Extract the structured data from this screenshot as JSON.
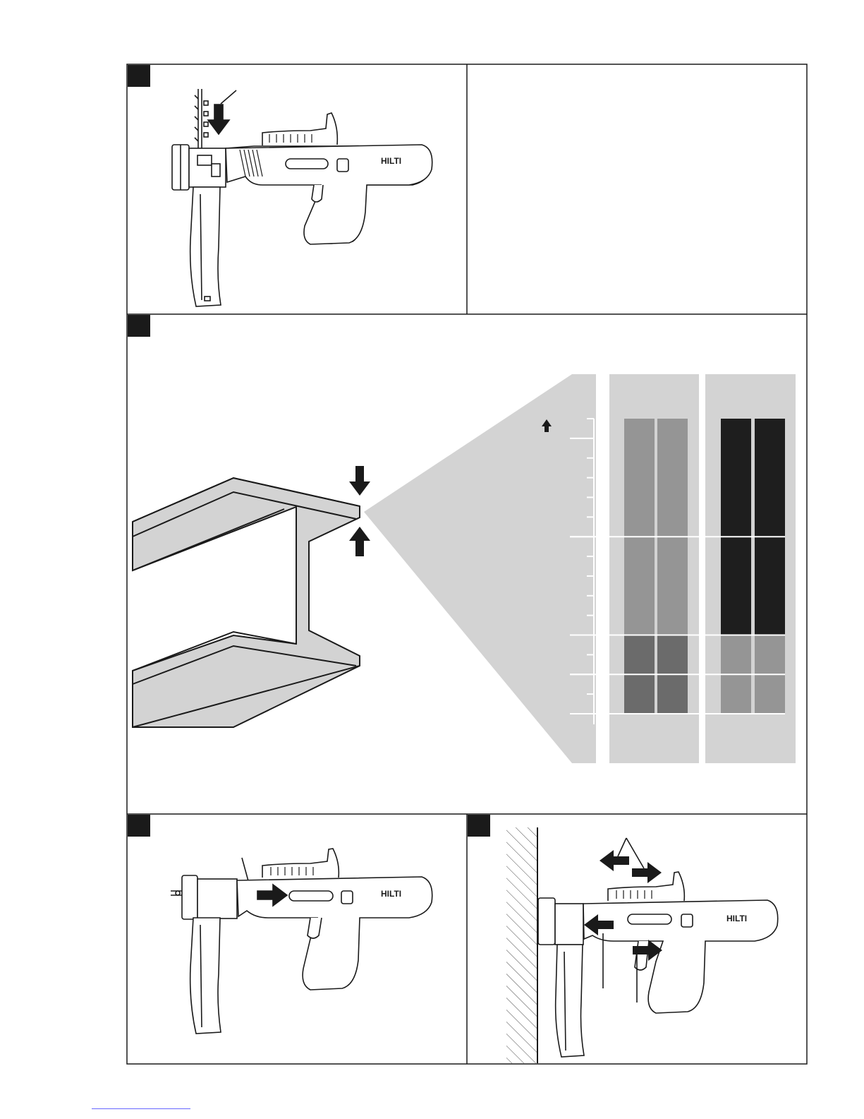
{
  "figure": {
    "brand_logo_text": "HILTI",
    "panels": [
      {
        "id": "panel-1",
        "label": "",
        "content": "magazine-loading"
      },
      {
        "id": "panel-2",
        "label": "",
        "content": "empty"
      },
      {
        "id": "panel-3",
        "label": "",
        "content": "beam-thickness-chart"
      },
      {
        "id": "panel-4",
        "label": "",
        "content": "strip-feeding"
      },
      {
        "id": "panel-5",
        "label": "",
        "content": "fastening-against-wall"
      }
    ],
    "colors": {
      "chart_background": "#d3d3d3",
      "bar_medium": "#959595",
      "bar_dark": "#6b6b6b",
      "bar_black": "#1e1e1e",
      "marker": "#1a1a1a",
      "beam_fill": "#d3d3d3",
      "outline": "#1a1a1a"
    },
    "icons": [
      "down-arrow-icon",
      "up-arrow-icon",
      "right-arrow-icon",
      "left-arrow-icon"
    ]
  },
  "chart_data": {
    "type": "bar",
    "note": "unlabeled range chart: thickness scale ticks 0-15, bars span ranges",
    "title": "",
    "xlabel": "",
    "ylabel": "",
    "ylim": [
      0,
      15
    ],
    "groups": [
      {
        "name": "",
        "bars": [
          {
            "segments": [
              [
                0,
                2
              ],
              [
                2,
                4
              ],
              [
                4,
                9
              ],
              [
                9,
                15
              ]
            ],
            "colors": [
              "dark",
              "dark",
              "medium",
              "medium"
            ]
          },
          {
            "segments": [
              [
                0,
                4
              ],
              [
                4,
                15
              ]
            ],
            "colors": [
              "dark",
              "medium"
            ]
          }
        ]
      },
      {
        "name": "",
        "bars": [
          {
            "segments": [
              [
                0,
                2
              ],
              [
                2,
                4
              ],
              [
                4,
                9
              ],
              [
                9,
                15
              ]
            ],
            "colors": [
              "medium",
              "medium",
              "black",
              "black"
            ]
          },
          {
            "segments": [
              [
                0,
                4
              ],
              [
                4,
                15
              ]
            ],
            "colors": [
              "medium",
              "black"
            ]
          }
        ]
      }
    ]
  }
}
